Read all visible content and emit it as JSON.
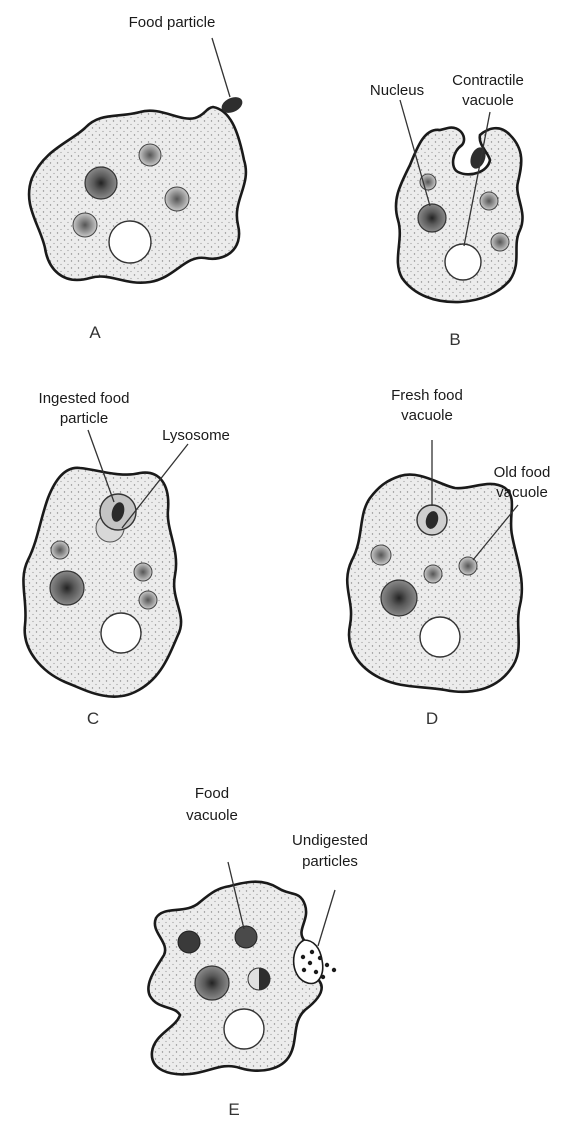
{
  "colors": {
    "ink": "#1a1a1a",
    "cytoplasm": "#e6e6e6",
    "nucleus": "#5a5a5a",
    "vacuole_fill": "#ffffff",
    "food": "#333333"
  },
  "panels": {
    "a": {
      "letter": "A",
      "labels": {
        "food_particle": "Food particle"
      }
    },
    "b": {
      "letter": "B",
      "labels": {
        "nucleus": "Nucleus",
        "contractile_1": "Contractile",
        "contractile_2": "vacuole"
      }
    },
    "c": {
      "letter": "C",
      "labels": {
        "ingested_1": "Ingested food",
        "ingested_2": "particle",
        "lysosome": "Lysosome"
      }
    },
    "d": {
      "letter": "D",
      "labels": {
        "fresh_1": "Fresh food",
        "fresh_2": "vacuole",
        "old_1": "Old food",
        "old_2": "vacuole"
      }
    },
    "e": {
      "letter": "E",
      "labels": {
        "food_1": "Food",
        "food_2": "vacuole",
        "undig_1": "Undigested",
        "undig_2": "particles"
      }
    }
  }
}
